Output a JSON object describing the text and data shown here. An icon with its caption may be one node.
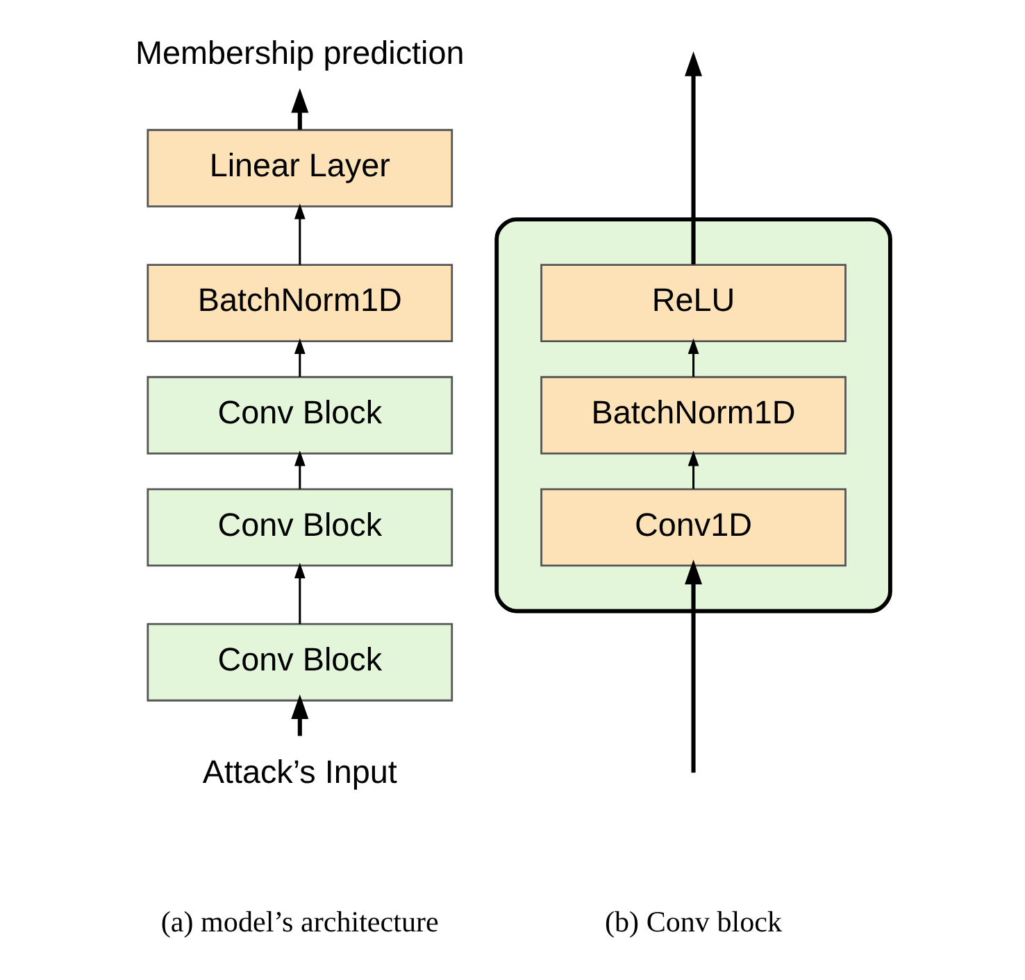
{
  "diagram": {
    "nodes": [
      {
        "text": [
          "Membership prediction"
        ]
      },
      {
        "text": [
          "Linear Layer"
        ]
      },
      {
        "text": [
          "BatchNorm1D"
        ]
      },
      {
        "text": [
          "Conv Block"
        ]
      },
      {
        "text": [
          "Conv Block"
        ]
      },
      {
        "text": [
          "Conv Block"
        ]
      },
      {
        "text": [
          "Attack’s Input"
        ]
      },
      {
        "text": [],
        "shape": "box"
      },
      {
        "text": [
          "ReLU"
        ],
        "in": 7
      },
      {
        "text": [
          "BatchNorm1D"
        ],
        "in": 7
      },
      {
        "text": [
          "Conv1D"
        ],
        "in": 7
      }
    ],
    "edges": [
      {
        "from": 6,
        "to": 5,
        "arrow": "to",
        "style": "thick"
      },
      {
        "from": 5,
        "to": 4,
        "arrow": "to"
      },
      {
        "from": 4,
        "to": 3,
        "arrow": "to"
      },
      {
        "from": 3,
        "to": 2,
        "arrow": "to"
      },
      {
        "from": 2,
        "to": 1,
        "arrow": "to"
      },
      {
        "from": 1,
        "to": 0,
        "arrow": "to",
        "style": "thick"
      },
      {
        "from": null,
        "to": 10,
        "arrow": "to",
        "style": "thick"
      },
      {
        "from": 10,
        "to": 9,
        "arrow": "to"
      },
      {
        "from": 9,
        "to": 8,
        "arrow": "to"
      },
      {
        "from": 8,
        "to": null,
        "arrow": "to",
        "style": "thick"
      }
    ],
    "labels": [
      "(a) model’s architecture",
      "(b) Conv block"
    ]
  }
}
